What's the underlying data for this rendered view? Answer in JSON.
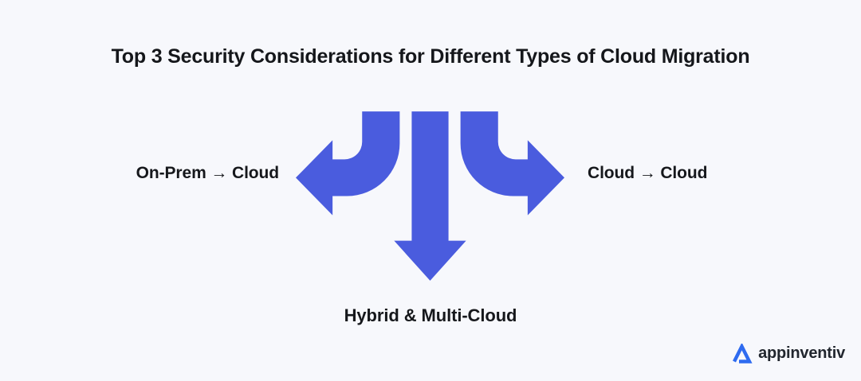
{
  "page": {
    "background_color": "#F7F8FC"
  },
  "title": {
    "text": "Top 3 Security Considerations for Different Types of Cloud Migration",
    "color": "#15171B"
  },
  "diagram": {
    "arrow_color": "#4A5CDE",
    "icon": "three-way-branching-arrow",
    "branches": [
      {
        "id": "left",
        "direction": "left",
        "label": "On-Prem → Cloud"
      },
      {
        "id": "right",
        "direction": "right",
        "label": "Cloud → Cloud"
      },
      {
        "id": "down",
        "direction": "down",
        "label": "Hybrid & Multi-Cloud"
      }
    ]
  },
  "footer": {
    "logo_text": "appinventiv",
    "logo_mark_icon": "triangle-a-icon",
    "logo_mark_color": "#2E6BF0"
  }
}
